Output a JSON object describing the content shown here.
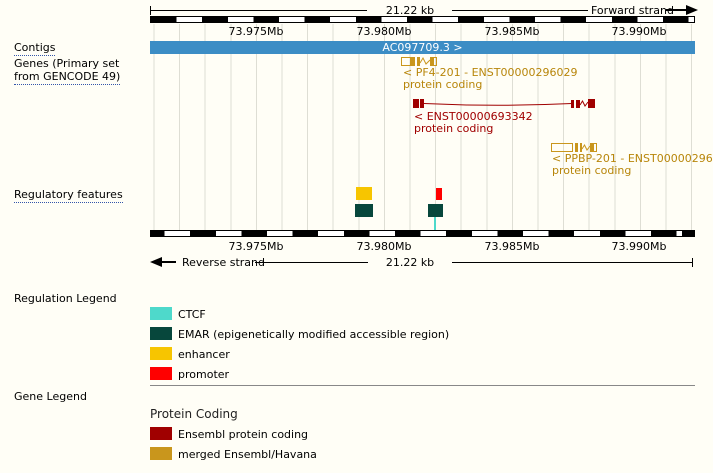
{
  "colors": {
    "background": "#FFFEF6",
    "contig_bar": "#3C8DC5",
    "gold": "#C9961C",
    "dark_red": "#A00000",
    "ctcf": "#4ED9CB",
    "emar": "#07473C",
    "enhancer": "#F7C500",
    "promoter": "#FF0000"
  },
  "rulers": {
    "scale_label": "21.22 kb",
    "forward_label": "Forward strand",
    "reverse_label": "Reverse strand",
    "ticks": [
      "73.975Mb",
      "73.980Mb",
      "73.985Mb",
      "73.990Mb"
    ]
  },
  "sidebar": {
    "contigs": "Contigs",
    "genes_line1": "Genes (Primary set",
    "genes_line2": "from GENCODE 49)",
    "regulatory_features": "Regulatory features",
    "regulation_legend": "Regulation Legend",
    "gene_legend": "Gene Legend"
  },
  "contig": {
    "label": "AC097709.3 >"
  },
  "genes": {
    "pf4": {
      "label": "< PF4-201 - ENST00000296029",
      "biotype": "protein coding"
    },
    "novel": {
      "label": "< ENST00000693342",
      "biotype": "protein coding"
    },
    "ppbp": {
      "label": "< PPBP-201 - ENST00000296",
      "biotype": "protein coding"
    }
  },
  "regulation_legend": {
    "items": [
      {
        "label": "CTCF",
        "color": "#4ED9CB"
      },
      {
        "label": "EMAR (epigenetically modified accessible region)",
        "color": "#07473C"
      },
      {
        "label": "enhancer",
        "color": "#F7C500"
      },
      {
        "label": "promoter",
        "color": "#FF0000"
      }
    ]
  },
  "gene_legend": {
    "heading": "Protein Coding",
    "items": [
      {
        "label": "Ensembl protein coding",
        "color": "#A00000"
      },
      {
        "label": "merged Ensembl/Havana",
        "color": "#C9961C"
      }
    ]
  }
}
